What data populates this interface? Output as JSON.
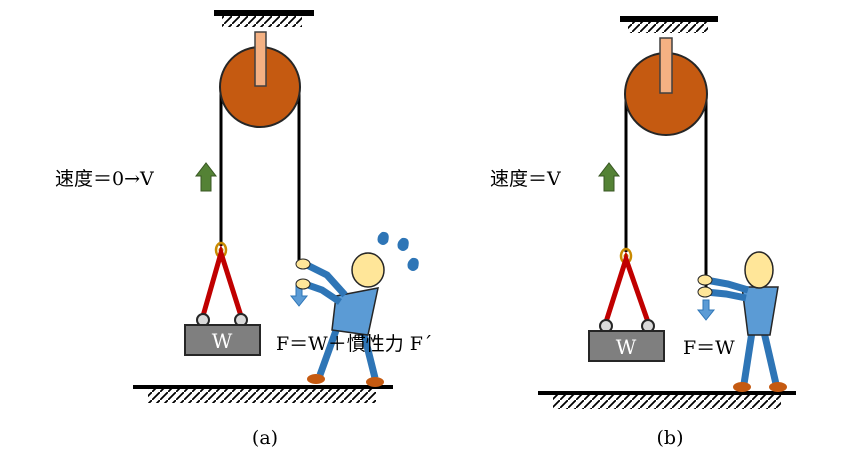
{
  "panel_a": {
    "velocity_label": "速度＝0→V",
    "weight_label": "W",
    "force_label": "F＝W＋慣性力 F´",
    "caption": "(a)"
  },
  "panel_b": {
    "velocity_label": "速度＝V",
    "weight_label": "W",
    "force_label": "F＝W",
    "caption": "(b)"
  },
  "colors": {
    "pulley": "#c55a11",
    "axle": "#f4b183",
    "sling": "#c00000",
    "weight": "#7f7f7f",
    "up_arrow": "#548235",
    "down_arrow": "#5b9bd5",
    "person_body": "#5b9bd5",
    "person_head": "#ffe699",
    "shoes": "#c55a11",
    "sweat": "#2e75b6"
  }
}
